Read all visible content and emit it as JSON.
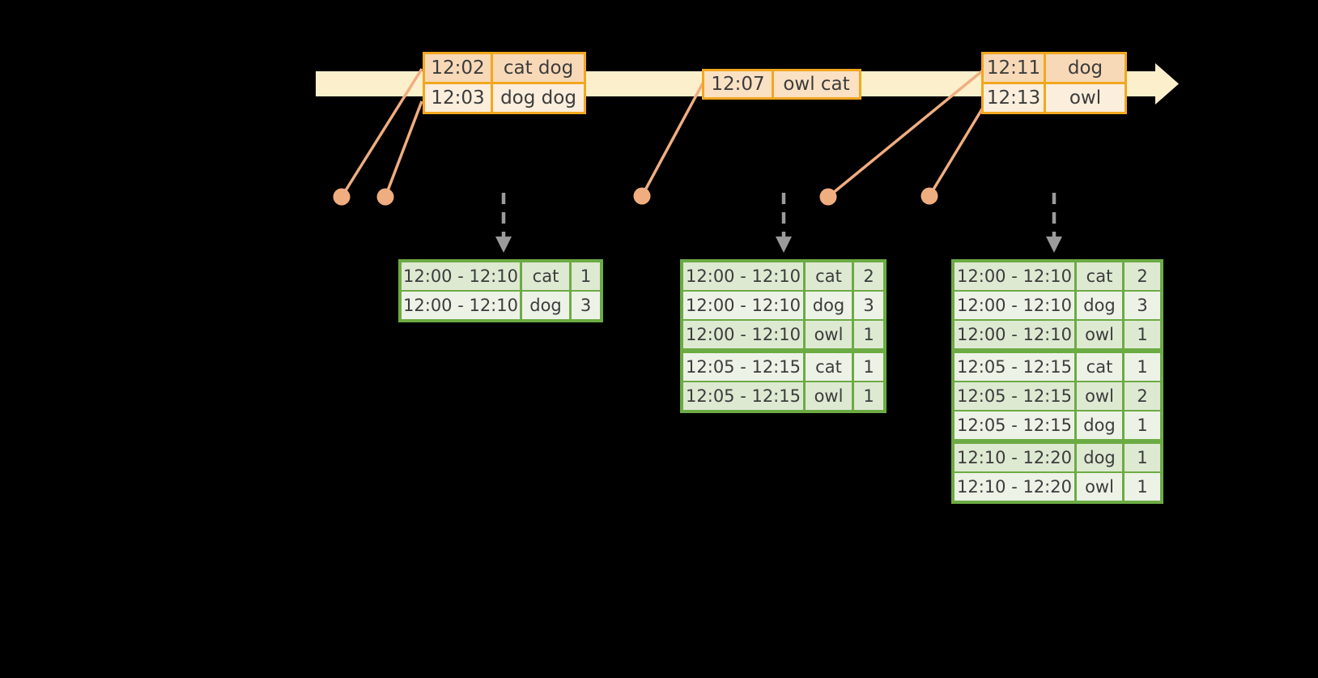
{
  "colors": {
    "background": "#000000",
    "timeline_band": "#FBF0CB",
    "event_table_border": "#F2A71F",
    "event_row_dark": "#F8D9B7",
    "event_row_light": "#FBEEDC",
    "event_row_single": "#FAE1C4",
    "connector_salmon": "#F0AD80",
    "result_table_border": "#6CAB44",
    "result_row_dark": "#DEE9D2",
    "result_row_light": "#EDF2E7",
    "dashed_arrow_gray": "#9B9B9B",
    "text": "#3C3C3C"
  },
  "events": {
    "batch1": {
      "rows": [
        {
          "time": "12:02",
          "words": "cat dog"
        },
        {
          "time": "12:03",
          "words": "dog dog"
        }
      ]
    },
    "batch2": {
      "rows": [
        {
          "time": "12:07",
          "words": "owl cat"
        }
      ]
    },
    "batch3": {
      "rows": [
        {
          "time": "12:11",
          "words": "dog"
        },
        {
          "time": "12:13",
          "words": "owl"
        }
      ]
    }
  },
  "results": {
    "table1": {
      "rows": [
        {
          "window": "12:00 - 12:10",
          "word": "cat",
          "count": "1"
        },
        {
          "window": "12:00 - 12:10",
          "word": "dog",
          "count": "3"
        }
      ]
    },
    "table2": {
      "rows": [
        {
          "window": "12:00 - 12:10",
          "word": "cat",
          "count": "2"
        },
        {
          "window": "12:00 - 12:10",
          "word": "dog",
          "count": "3"
        },
        {
          "window": "12:00 - 12:10",
          "word": "owl",
          "count": "1"
        },
        {
          "window": "12:05 - 12:15",
          "word": "cat",
          "count": "1"
        },
        {
          "window": "12:05 - 12:15",
          "word": "owl",
          "count": "1"
        }
      ]
    },
    "table3": {
      "rows": [
        {
          "window": "12:00 - 12:10",
          "word": "cat",
          "count": "2"
        },
        {
          "window": "12:00 - 12:10",
          "word": "dog",
          "count": "3"
        },
        {
          "window": "12:00 - 12:10",
          "word": "owl",
          "count": "1"
        },
        {
          "window": "12:05 - 12:15",
          "word": "cat",
          "count": "1"
        },
        {
          "window": "12:05 - 12:15",
          "word": "owl",
          "count": "2"
        },
        {
          "window": "12:05 - 12:15",
          "word": "dog",
          "count": "1"
        },
        {
          "window": "12:10 - 12:20",
          "word": "dog",
          "count": "1"
        },
        {
          "window": "12:10 - 12:20",
          "word": "owl",
          "count": "1"
        }
      ]
    }
  }
}
